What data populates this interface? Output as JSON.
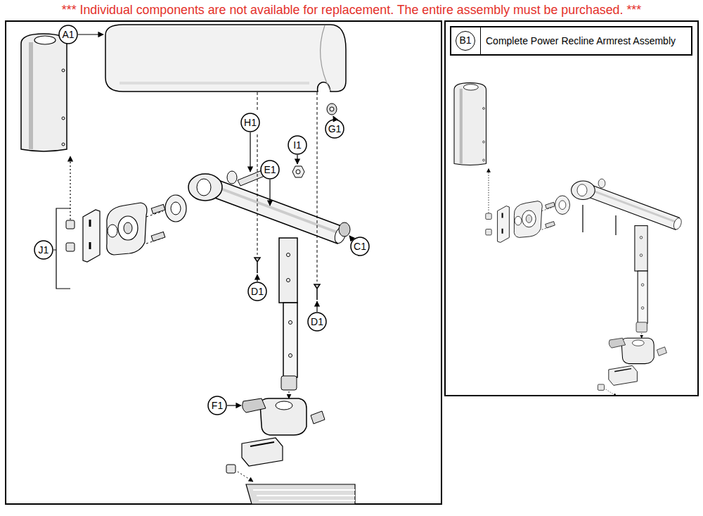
{
  "diagram": {
    "title": "*** Individual components are not available for replacement. The entire assembly must be purchased. ***",
    "nodes": [
      {
        "text": [
          "B1",
          "Complete Power Recline Armrest Assembly"
        ]
      }
    ],
    "labels": [
      "A1",
      "H1",
      "I1",
      "G1",
      "E1",
      "J1",
      "C1",
      "D1",
      "D1",
      "F1"
    ]
  }
}
